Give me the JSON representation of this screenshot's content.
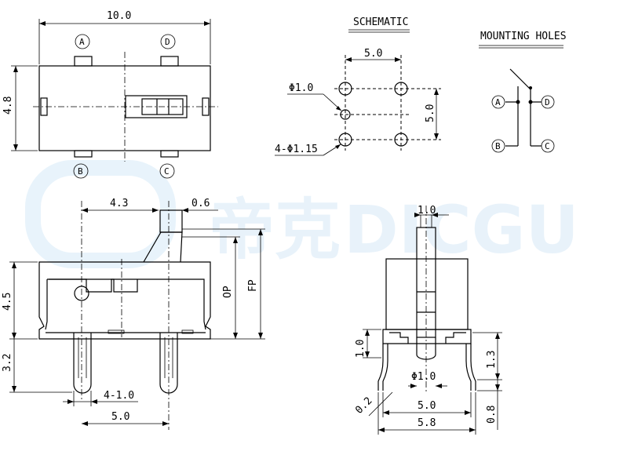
{
  "dimensions": {
    "top_width": "10.0",
    "top_height": "4.8",
    "side_pitch_43": "4.3",
    "side_06": "0.6",
    "side_45": "4.5",
    "side_32": "3.2",
    "side_pins": "4-1.0",
    "side_50": "5.0",
    "op": "OP",
    "fp": "FP",
    "front_10": "1.0",
    "front_10_left": "1.0",
    "front_13": "1.3",
    "front_phi10": "Φ1.0",
    "front_02": "0.2",
    "front_50": "5.0",
    "front_58": "5.8",
    "front_08": "0.8"
  },
  "pins": {
    "a": "A",
    "b": "B",
    "c": "C",
    "d": "D"
  },
  "schematic": {
    "title": "SCHEMATIC",
    "width": "5.0",
    "height": "5.0",
    "hole_small": "Φ1.0",
    "hole_large": "4-Φ1.15"
  },
  "mounting": {
    "title": "MOUNTING HOLES",
    "a": "A",
    "b": "B",
    "c": "C",
    "d": "D"
  },
  "watermark": {
    "chinese": "帝克",
    "latin": "DICGU"
  }
}
